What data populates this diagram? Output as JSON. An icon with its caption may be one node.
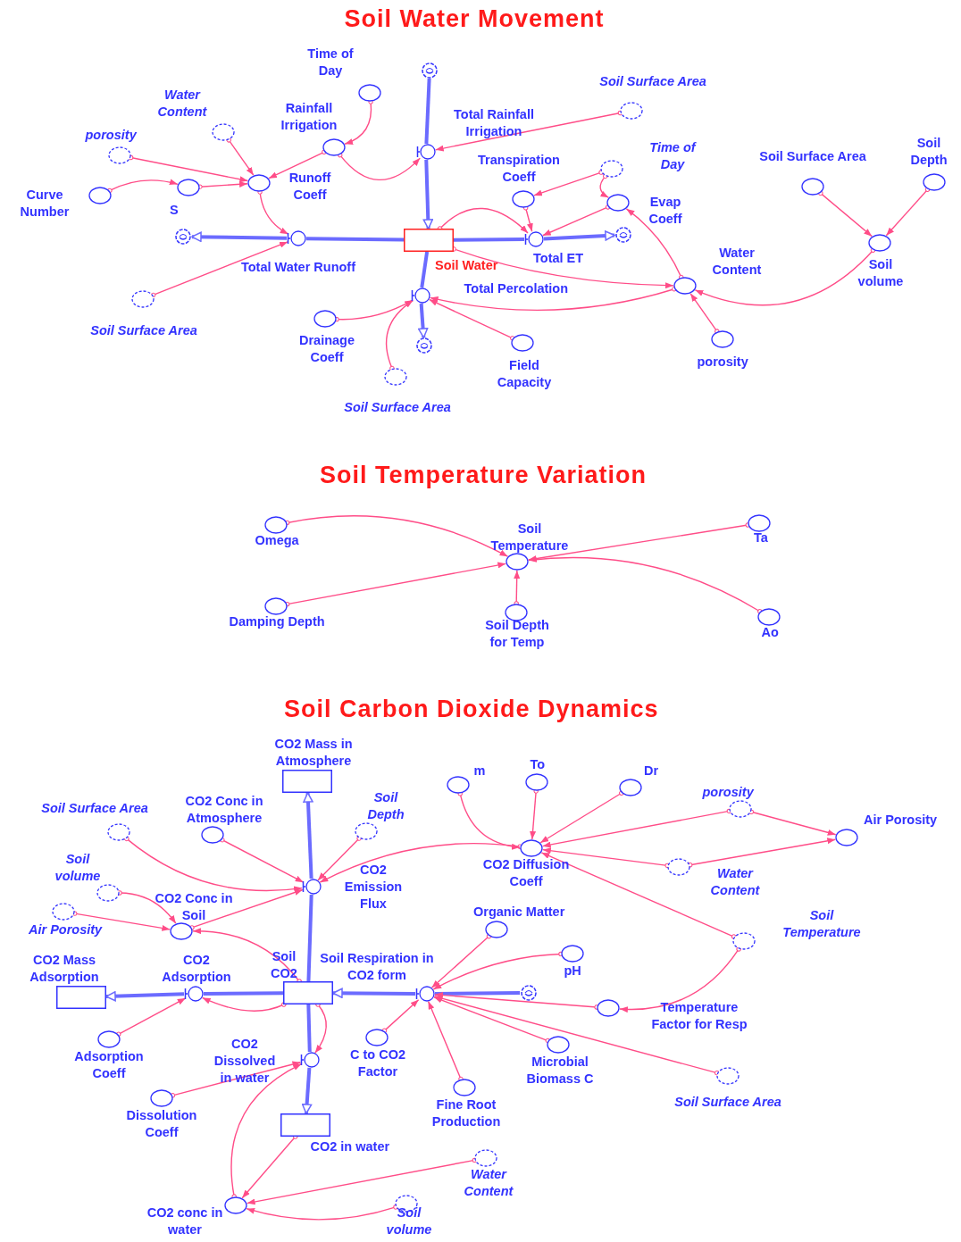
{
  "diagram": {
    "nodes": [
      {
        "text": [],
        "shape": "cloud"
      },
      {
        "text": [
          "Time of Day"
        ]
      },
      {
        "text": [
          "Water Content"
        ]
      },
      {
        "text": [
          "porosity"
        ]
      },
      {
        "text": [
          "Rainfall Irrigation"
        ]
      },
      {
        "text": [
          "Total Rainfall Irrigation"
        ]
      },
      {
        "text": [
          "Soil Surface Area"
        ]
      },
      {
        "text": [
          "Curve Number"
        ]
      },
      {
        "text": [
          "S"
        ]
      },
      {
        "text": [
          "Runoff Coeff"
        ]
      },
      {
        "text": [
          "Transpiration Coeff"
        ]
      },
      {
        "text": [
          "Time of Day"
        ]
      },
      {
        "text": [
          "Evap Coeff"
        ]
      },
      {
        "text": [
          "Soil Surface Area"
        ]
      },
      {
        "text": [
          "Soil Depth"
        ]
      },
      {
        "text": [],
        "shape": "cloud"
      },
      {
        "text": [
          "Total Water Runoff"
        ]
      },
      {
        "text": [
          "Soil Water"
        ]
      },
      {
        "text": [
          "Total ET"
        ]
      },
      {
        "text": [],
        "shape": "cloud"
      },
      {
        "text": [
          "Soil volume"
        ]
      },
      {
        "text": [
          "Water Content"
        ]
      },
      {
        "text": [
          "Total Percolation"
        ]
      },
      {
        "text": [
          "Soil Surface Area"
        ]
      },
      {
        "text": [
          "Drainage Coeff"
        ]
      },
      {
        "text": [
          "porosity"
        ]
      },
      {
        "text": [
          "Field Capacity"
        ]
      },
      {
        "text": [],
        "shape": "cloud"
      },
      {
        "text": [
          "Soil Surface Area"
        ]
      },
      {
        "text": [
          "Omega"
        ]
      },
      {
        "text": [
          "Ta"
        ]
      },
      {
        "text": [
          "Soil Temperature"
        ]
      },
      {
        "text": [
          "Damping Depth"
        ]
      },
      {
        "text": [
          "Soil Depth for Temp"
        ]
      },
      {
        "text": [
          "Ao"
        ]
      },
      {
        "text": [
          "CO2 Mass in Atmosphere"
        ]
      },
      {
        "text": [
          "m"
        ]
      },
      {
        "text": [
          "To"
        ]
      },
      {
        "text": [
          "Dr"
        ]
      },
      {
        "text": [
          "porosity"
        ]
      },
      {
        "text": [
          "Soil Surface Area"
        ]
      },
      {
        "text": [
          "CO2 Conc in Atmosphere"
        ]
      },
      {
        "text": [
          "Soil Depth"
        ]
      },
      {
        "text": [
          "Air Porosity"
        ]
      },
      {
        "text": [
          "CO2 Diffusion Coeff"
        ]
      },
      {
        "text": [
          "Water Content"
        ]
      },
      {
        "text": [
          "CO2 Emission Flux"
        ]
      },
      {
        "text": [
          "Soil volume"
        ]
      },
      {
        "text": [
          "Air Porosity"
        ]
      },
      {
        "text": [
          "Organic Matter"
        ]
      },
      {
        "text": [
          "CO2 Conc in Soil"
        ]
      },
      {
        "text": [
          "Soil Temperature"
        ]
      },
      {
        "text": [
          "pH"
        ]
      },
      {
        "text": [
          "CO2 Mass Adsorption"
        ]
      },
      {
        "text": [
          "CO2 Adsorption"
        ]
      },
      {
        "text": [
          "Soil CO2"
        ]
      },
      {
        "text": [
          "Soil Respiration in CO2 form"
        ]
      },
      {
        "text": [],
        "shape": "cloud"
      },
      {
        "text": [
          "Temperature Factor for Resp"
        ]
      },
      {
        "text": [
          "C to CO2 Factor"
        ]
      },
      {
        "text": [
          "Adsorption Coeff"
        ]
      },
      {
        "text": [
          "Microbial Biomass C"
        ]
      },
      {
        "text": [
          "CO2 Dissolved in water"
        ]
      },
      {
        "text": [
          "Soil Surface Area"
        ]
      },
      {
        "text": [
          "Fine Root Production"
        ]
      },
      {
        "text": [
          "Dissolution Coeff"
        ]
      },
      {
        "text": [
          "CO2 in water"
        ]
      },
      {
        "text": [
          "Water Content"
        ]
      },
      {
        "text": [
          "Soil volume"
        ]
      },
      {
        "text": [
          "CO2 conc in water"
        ]
      }
    ],
    "edges": [
      {
        "from": 0,
        "to": 5,
        "arrow": "none",
        "style": "thick",
        "color": "#6b6bff"
      },
      {
        "from": 5,
        "to": 17,
        "arrow": "to",
        "style": "thick",
        "color": "#6b6bff"
      },
      {
        "from": 17,
        "to": 16,
        "arrow": "none",
        "style": "thick",
        "color": "#6b6bff"
      },
      {
        "from": 16,
        "to": 15,
        "arrow": "to",
        "style": "thick",
        "color": "#6b6bff"
      },
      {
        "from": 17,
        "to": 18,
        "arrow": "none",
        "style": "thick",
        "color": "#6b6bff"
      },
      {
        "from": 18,
        "to": 19,
        "arrow": "to",
        "style": "thick",
        "color": "#6b6bff"
      },
      {
        "from": 17,
        "to": 22,
        "arrow": "none",
        "style": "thick",
        "color": "#6b6bff"
      },
      {
        "from": 22,
        "to": 27,
        "arrow": "to",
        "style": "thick",
        "color": "#6b6bff"
      },
      {
        "from": 1,
        "to": 4,
        "arrow": "to"
      },
      {
        "from": 4,
        "to": 9,
        "arrow": "to"
      },
      {
        "from": 4,
        "to": 5,
        "arrow": "to"
      },
      {
        "from": 2,
        "to": 9,
        "arrow": "to"
      },
      {
        "from": 3,
        "to": 9,
        "arrow": "to"
      },
      {
        "from": 7,
        "to": 8,
        "arrow": "to"
      },
      {
        "from": 8,
        "to": 9,
        "arrow": "to"
      },
      {
        "from": 9,
        "to": 16,
        "arrow": "to"
      },
      {
        "from": 23,
        "to": 16,
        "arrow": "to"
      },
      {
        "from": 6,
        "to": 5,
        "arrow": "to"
      },
      {
        "from": 17,
        "to": 18,
        "arrow": "to"
      },
      {
        "from": 10,
        "to": 18,
        "arrow": "to"
      },
      {
        "from": 11,
        "to": 10,
        "arrow": "to"
      },
      {
        "from": 11,
        "to": 12,
        "arrow": "to"
      },
      {
        "from": 12,
        "to": 18,
        "arrow": "to"
      },
      {
        "from": 21,
        "to": 12,
        "arrow": "to"
      },
      {
        "from": 17,
        "to": 21,
        "arrow": "to"
      },
      {
        "from": 21,
        "to": 22,
        "arrow": "to"
      },
      {
        "from": 25,
        "to": 21,
        "arrow": "to"
      },
      {
        "from": 20,
        "to": 21,
        "arrow": "to"
      },
      {
        "from": 13,
        "to": 20,
        "arrow": "to"
      },
      {
        "from": 14,
        "to": 20,
        "arrow": "to"
      },
      {
        "from": 24,
        "to": 22,
        "arrow": "to"
      },
      {
        "from": 28,
        "to": 22,
        "arrow": "to"
      },
      {
        "from": 26,
        "to": 22,
        "arrow": "to"
      },
      {
        "from": 29,
        "to": 31,
        "arrow": "to"
      },
      {
        "from": 30,
        "to": 31,
        "arrow": "to"
      },
      {
        "from": 32,
        "to": 31,
        "arrow": "to"
      },
      {
        "from": 33,
        "to": 31,
        "arrow": "to"
      },
      {
        "from": 34,
        "to": 31,
        "arrow": "to"
      },
      {
        "from": 55,
        "to": 46,
        "arrow": "none",
        "style": "thick",
        "color": "#6b6bff"
      },
      {
        "from": 46,
        "to": 35,
        "arrow": "to",
        "style": "thick",
        "color": "#6b6bff"
      },
      {
        "from": 55,
        "to": 54,
        "arrow": "none",
        "style": "thick",
        "color": "#6b6bff"
      },
      {
        "from": 54,
        "to": 53,
        "arrow": "to",
        "style": "thick",
        "color": "#6b6bff"
      },
      {
        "from": 57,
        "to": 56,
        "arrow": "none",
        "style": "thick",
        "color": "#6b6bff"
      },
      {
        "from": 56,
        "to": 55,
        "arrow": "to",
        "style": "thick",
        "color": "#6b6bff"
      },
      {
        "from": 55,
        "to": 62,
        "arrow": "none",
        "style": "thick",
        "color": "#6b6bff"
      },
      {
        "from": 62,
        "to": 66,
        "arrow": "to",
        "style": "thick",
        "color": "#6b6bff"
      },
      {
        "from": 40,
        "to": 46,
        "arrow": "to"
      },
      {
        "from": 41,
        "to": 46,
        "arrow": "to"
      },
      {
        "from": 42,
        "to": 46,
        "arrow": "to"
      },
      {
        "from": 50,
        "to": 46,
        "arrow": "to"
      },
      {
        "from": 44,
        "to": 46,
        "arrow": "to"
      },
      {
        "from": 47,
        "to": 50,
        "arrow": "to"
      },
      {
        "from": 48,
        "to": 50,
        "arrow": "to"
      },
      {
        "from": 55,
        "to": 50,
        "arrow": "to"
      },
      {
        "from": 36,
        "to": 44,
        "arrow": "to"
      },
      {
        "from": 37,
        "to": 44,
        "arrow": "to"
      },
      {
        "from": 38,
        "to": 44,
        "arrow": "to"
      },
      {
        "from": 39,
        "to": 44,
        "arrow": "to"
      },
      {
        "from": 45,
        "to": 44,
        "arrow": "to"
      },
      {
        "from": 51,
        "to": 44,
        "arrow": "to"
      },
      {
        "from": 39,
        "to": 43,
        "arrow": "to"
      },
      {
        "from": 45,
        "to": 43,
        "arrow": "to"
      },
      {
        "from": 51,
        "to": 58,
        "arrow": "to"
      },
      {
        "from": 49,
        "to": 56,
        "arrow": "to"
      },
      {
        "from": 52,
        "to": 56,
        "arrow": "to"
      },
      {
        "from": 58,
        "to": 56,
        "arrow": "to"
      },
      {
        "from": 61,
        "to": 56,
        "arrow": "to"
      },
      {
        "from": 63,
        "to": 56,
        "arrow": "to"
      },
      {
        "from": 59,
        "to": 56,
        "arrow": "to"
      },
      {
        "from": 64,
        "to": 56,
        "arrow": "to"
      },
      {
        "from": 55,
        "to": 54,
        "arrow": "to"
      },
      {
        "from": 60,
        "to": 54,
        "arrow": "to"
      },
      {
        "from": 55,
        "to": 62,
        "arrow": "to"
      },
      {
        "from": 65,
        "to": 62,
        "arrow": "to"
      },
      {
        "from": 69,
        "to": 62,
        "arrow": "to"
      },
      {
        "from": 66,
        "to": 69,
        "arrow": "to"
      },
      {
        "from": 67,
        "to": 69,
        "arrow": "to"
      },
      {
        "from": 68,
        "to": 69,
        "arrow": "to"
      }
    ],
    "labels": [
      "Soil Water Movement",
      "Soil Temperature Variation",
      "Soil Carbon Dioxide Dynamics"
    ]
  }
}
